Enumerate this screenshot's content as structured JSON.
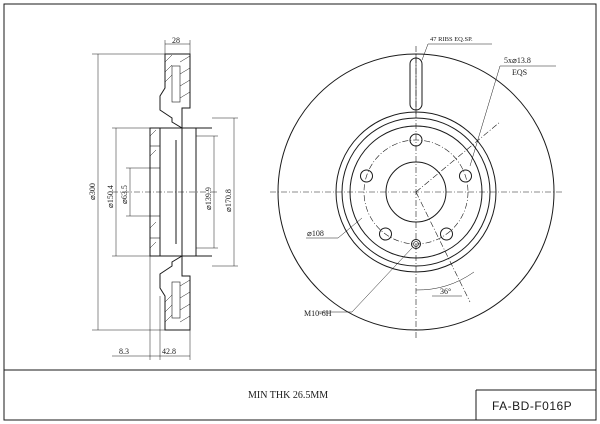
{
  "views": {
    "side": {
      "dim_top_width": "28",
      "dim_outer_dia": "⌀300",
      "dim_hat_dia": "⌀150.4",
      "dim_bore_dia": "⌀63.5",
      "dim_pcd_dia": "⌀139.9",
      "dim_hub_dia": "⌀170.8",
      "dim_bottom_left": "8.3",
      "dim_bottom_right": "42.8"
    },
    "front": {
      "ribs_note": "47 RIBS EQ.SP.",
      "holes_note": "5x⌀13.8",
      "holes_note_sub": "EQS",
      "pcd_label": "⌀108",
      "thread_label": "M10-6H",
      "angle_label": "36°"
    }
  },
  "title_block": {
    "min_thickness": "MIN THK 26.5MM",
    "part_number": "FA-BD-F016P"
  }
}
